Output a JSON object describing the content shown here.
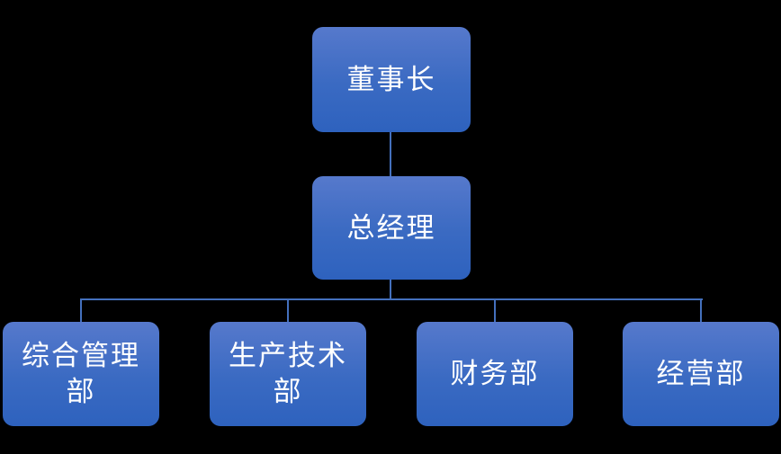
{
  "diagram": {
    "type": "org-chart",
    "background_color": "#000000",
    "node_fill_top": "#5679CC",
    "node_fill_bottom": "#2E62BE",
    "connector_color": "#4470BD",
    "text_color": "#FFFFFF",
    "nodes": {
      "chairman": {
        "label": "董事长",
        "level": 1
      },
      "gm": {
        "label": "总经理",
        "level": 2
      },
      "dept1": {
        "label": "综合管理部",
        "level": 3
      },
      "dept2": {
        "label": "生产技术部",
        "level": 3
      },
      "dept3": {
        "label": "财务部",
        "level": 3
      },
      "dept4": {
        "label": "经营部",
        "level": 3
      }
    },
    "edges": [
      {
        "from": "董事长",
        "to": "总经理"
      },
      {
        "from": "总经理",
        "to": "综合管理部"
      },
      {
        "from": "总经理",
        "to": "生产技术部"
      },
      {
        "from": "总经理",
        "to": "财务部"
      },
      {
        "from": "总经理",
        "to": "经营部"
      }
    ]
  }
}
